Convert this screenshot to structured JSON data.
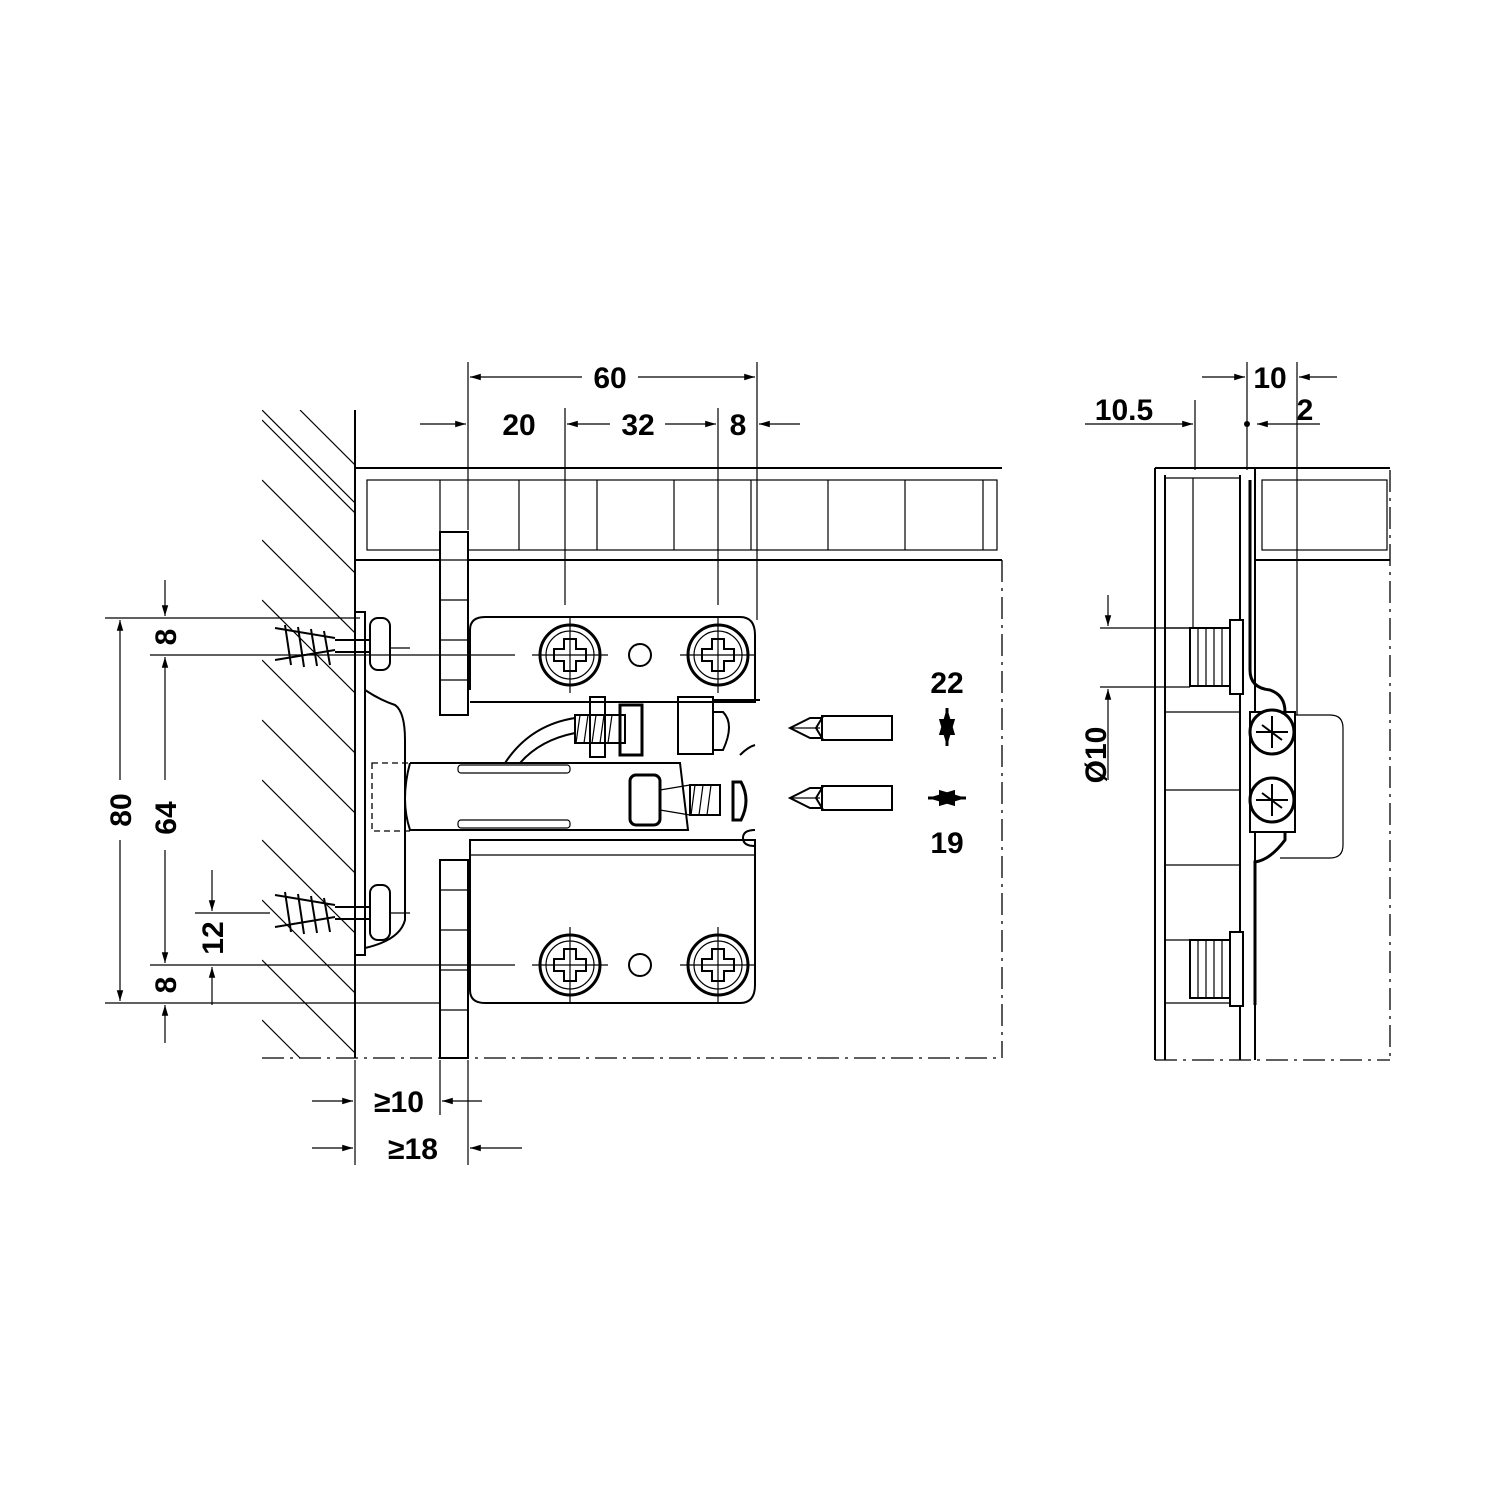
{
  "front_view": {
    "dims_top": {
      "overall": "60",
      "left": "20",
      "middle": "32",
      "right": "8"
    },
    "dims_left": {
      "overall": "80",
      "spacing": "64",
      "top_offset": "8",
      "bottom_offset": "8",
      "screw_offset": "12"
    },
    "adjustments": {
      "vertical": "22",
      "depth": "19"
    },
    "dims_bottom": {
      "min_front": "≥10",
      "min_total": "≥18"
    }
  },
  "side_view": {
    "dims": {
      "width": "10",
      "offset": "10.5",
      "gap": "2",
      "dowel_diameter": "Ø10"
    }
  }
}
